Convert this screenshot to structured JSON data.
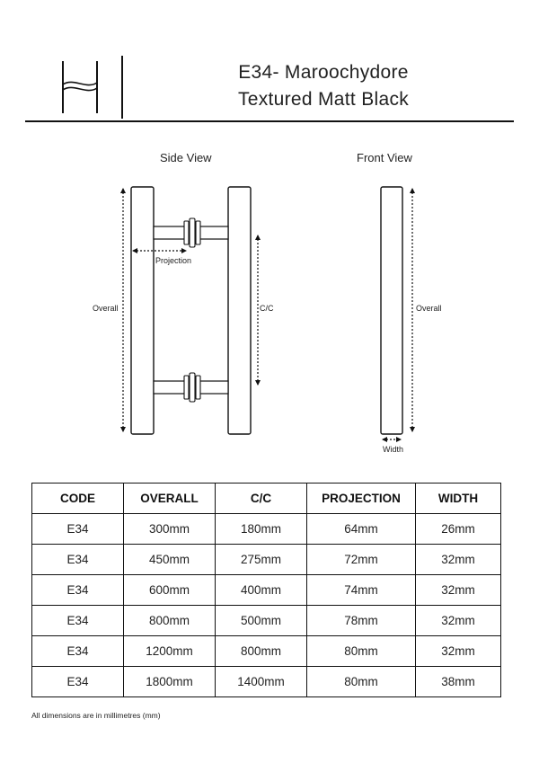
{
  "header": {
    "logo_icon": "h-monogram-icon",
    "title_line1": "E34- Maroochydore",
    "title_line2": "Textured Matt Black"
  },
  "drawings": {
    "side_view_label": "Side View",
    "front_view_label": "Front View",
    "overall_label_side": "Overall",
    "projection_label": "Projection",
    "cc_label": "C/C",
    "overall_label_front": "Overall",
    "width_label": "Width"
  },
  "table": {
    "headers": [
      "CODE",
      "OVERALL",
      "C/C",
      "PROJECTION",
      "WIDTH"
    ],
    "rows": [
      [
        "E34",
        "300mm",
        "180mm",
        "64mm",
        "26mm"
      ],
      [
        "E34",
        "450mm",
        "275mm",
        "72mm",
        "32mm"
      ],
      [
        "E34",
        "600mm",
        "400mm",
        "74mm",
        "32mm"
      ],
      [
        "E34",
        "800mm",
        "500mm",
        "78mm",
        "32mm"
      ],
      [
        "E34",
        "1200mm",
        "800mm",
        "80mm",
        "32mm"
      ],
      [
        "E34",
        "1800mm",
        "1400mm",
        "80mm",
        "38mm"
      ]
    ]
  },
  "footnote": "All dimensions are in millimetres (mm)"
}
